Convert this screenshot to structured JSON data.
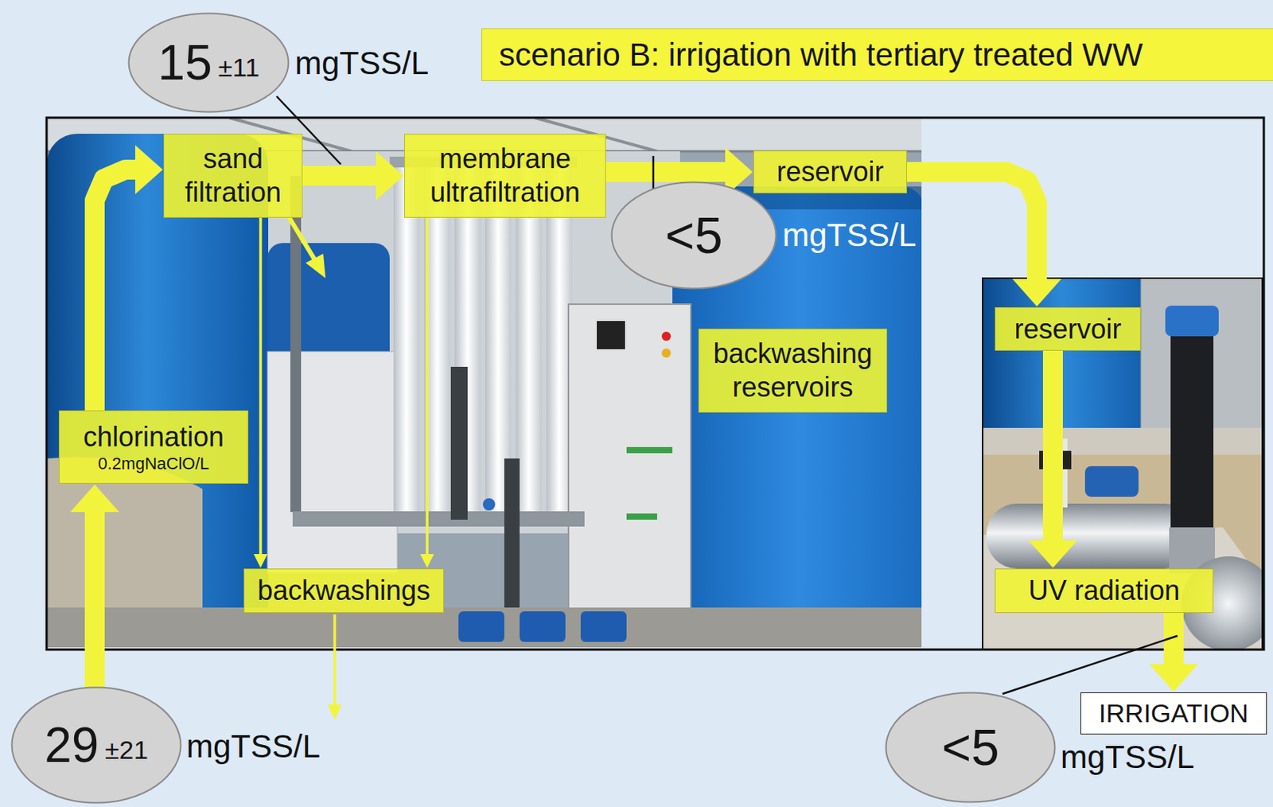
{
  "diagram": {
    "title": "scenario B: irrigation with tertiary treated WW",
    "nodes": [
      {
        "text": [
          "15",
          "±11"
        ]
      },
      {
        "text": [
          "sand filtration"
        ]
      },
      {
        "text": [
          "membrane ultrafiltration"
        ]
      },
      {
        "text": [
          "reservoir"
        ]
      },
      {
        "text": [
          "<5"
        ]
      },
      {
        "text": [
          "reservoir"
        ]
      },
      {
        "text": [
          "backwashing reservoirs"
        ]
      },
      {
        "text": [
          "chlorination",
          "0.2mgNaClO/L"
        ]
      },
      {
        "text": [
          "backwashings"
        ]
      },
      {
        "text": [
          "UV radiation"
        ]
      },
      {
        "text": [
          "29",
          "±21"
        ]
      },
      {
        "text": [
          "<5"
        ]
      },
      {
        "text": [
          "IRRIGATION"
        ]
      }
    ],
    "edges": [
      {
        "from": 10,
        "to": 7,
        "arrow": "to"
      },
      {
        "from": 7,
        "to": 1,
        "arrow": "to"
      },
      {
        "from": 1,
        "to": 2,
        "arrow": "to"
      },
      {
        "from": 2,
        "to": 3,
        "arrow": "to"
      },
      {
        "from": 3,
        "to": 5,
        "arrow": "to"
      },
      {
        "from": 5,
        "to": 9,
        "arrow": "to"
      },
      {
        "from": 9,
        "to": 12,
        "arrow": "to"
      },
      {
        "from": 1,
        "to": 8,
        "arrow": "to"
      },
      {
        "from": 2,
        "to": 8,
        "arrow": "to"
      }
    ],
    "labels": [
      "mgTSS/L",
      "mgTSS/L",
      "mgTSS/L",
      "mgTSS/L"
    ]
  }
}
